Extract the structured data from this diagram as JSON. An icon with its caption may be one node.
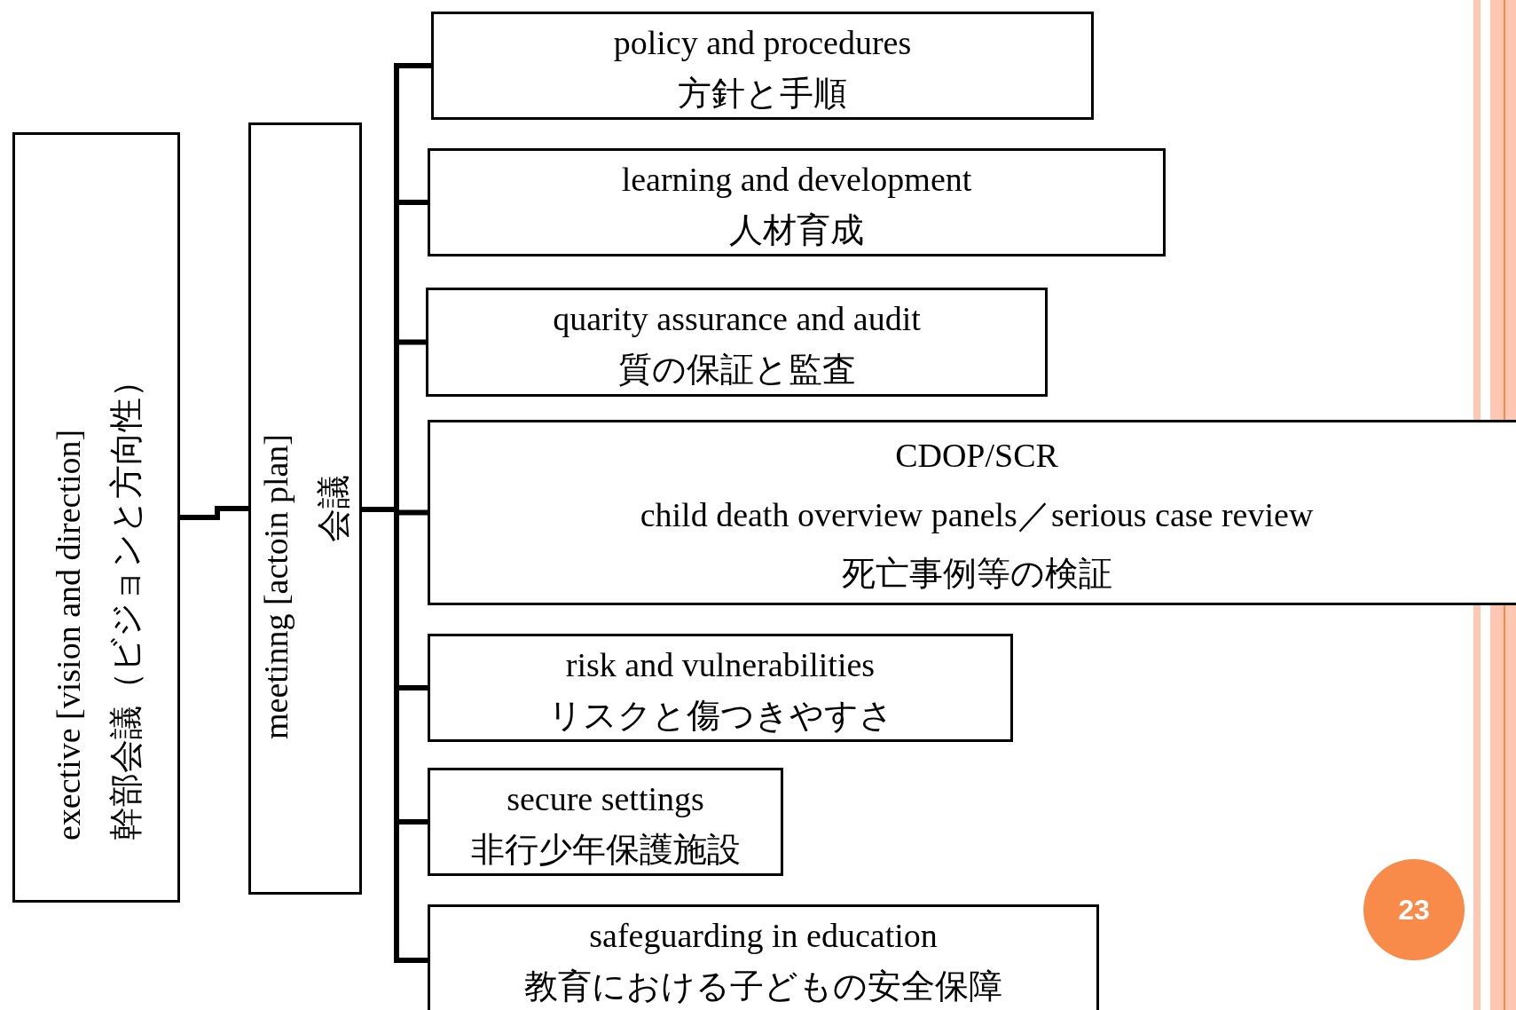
{
  "diagram": {
    "nodes": [
      {
        "text": [
          "exective [vision and direction]",
          "幹部会議（ビジョンと方向性）"
        ]
      },
      {
        "text": [
          "meetinng [actoin plan]",
          "会議"
        ]
      },
      {
        "text": [
          "policy and procedures",
          "方針と手順"
        ]
      },
      {
        "text": [
          "learning and development",
          "人材育成"
        ]
      },
      {
        "text": [
          "quarity assurance and audit",
          "質の保証と監査"
        ]
      },
      {
        "text": [
          "CDOP/SCR",
          "child death overview panels／serious case review",
          "死亡事例等の検証"
        ]
      },
      {
        "text": [
          "risk and vulnerabilities",
          "リスクと傷つきやすさ"
        ]
      },
      {
        "text": [
          "secure settings",
          "非行少年保護施設"
        ]
      },
      {
        "text": [
          "safeguarding in education",
          "教育における子どもの安全保障"
        ]
      }
    ],
    "edges": [
      {
        "from": 0,
        "to": 1,
        "arrow": "none"
      },
      {
        "from": 1,
        "to": 2,
        "arrow": "none"
      },
      {
        "from": 1,
        "to": 3,
        "arrow": "none"
      },
      {
        "from": 1,
        "to": 4,
        "arrow": "none"
      },
      {
        "from": 1,
        "to": 5,
        "arrow": "none"
      },
      {
        "from": 1,
        "to": 6,
        "arrow": "none"
      },
      {
        "from": 1,
        "to": 7,
        "arrow": "none"
      },
      {
        "from": 1,
        "to": 8,
        "arrow": "none"
      }
    ],
    "labels": [
      "23"
    ]
  }
}
